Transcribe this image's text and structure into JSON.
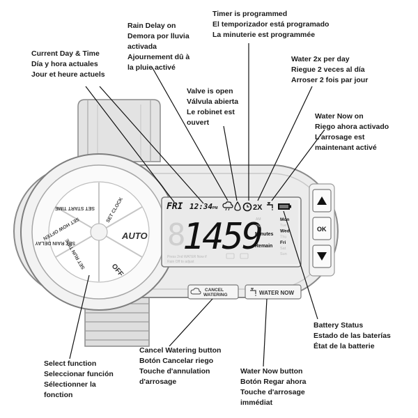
{
  "callouts": {
    "current_day_time": [
      "Current Day & Time",
      "Día y hora actuales",
      "Jour et heure actuels"
    ],
    "rain_delay": [
      "Rain Delay on",
      "Demora por lluvia",
      "activada",
      "Ajournement dû à",
      "la pluie activé"
    ],
    "timer_programmed": [
      "Timer is programmed",
      "El temporizador está programado",
      "La minuterie est programmée"
    ],
    "water_2x": [
      "Water 2x per day",
      "Riegue 2 veces al día",
      "Arroser 2 fois par jour"
    ],
    "valve_open": [
      "Valve is open",
      "Válvula abierta",
      "Le robinet est",
      "ouvert"
    ],
    "water_now_on": [
      "Water Now on",
      "Riego ahora activado",
      "L'arrosage est",
      "maintenant activé"
    ],
    "battery_status": [
      "Battery Status",
      "Estado de las baterías",
      "État de la batterie"
    ],
    "cancel_watering_button": [
      "Cancel Watering button",
      "Botón Cancelar riego",
      "Touche d'annulation",
      "d'arrosage"
    ],
    "water_now_button": [
      "Water Now button",
      "Botón Regar ahora",
      "Touche d'arrosage",
      "immédiat"
    ],
    "select_function": [
      "Select function",
      "Seleccionar función",
      "Sélectionner la",
      "fonction"
    ]
  },
  "dial": {
    "auto": "AUTO",
    "off": "OFF",
    "set_clock": "SET CLOCK",
    "set_start_time": "SET START TIME",
    "set_how_often": "SET HOW OFTEN",
    "set_run_time": "SET RUN TIME",
    "set_rain_delay": "SET RAIN DELAY"
  },
  "lcd": {
    "day": "FRI",
    "clock": "12:34",
    "clock_suffix": "PM",
    "main_digits": "1459",
    "twox": "2X",
    "minutes": "Minutes",
    "remain": "Remain",
    "days": [
      "Mon",
      "Tue",
      "Wed",
      "Thu",
      "Fri",
      "Sat",
      "Sun"
    ],
    "active_days": [
      "Mon",
      "Wed",
      "Fri"
    ],
    "am": "AM",
    "pm": "PM",
    "hint": "Press 2nd WATER Now if",
    "hint2": "Rain Off to adjust"
  },
  "buttons": {
    "up": "▲",
    "ok": "OK",
    "down": "▼",
    "cancel_watering_1": "CANCEL",
    "cancel_watering_2": "WATERING",
    "water_now": "WATER NOW"
  },
  "icons": {
    "rain_cloud": "rain-cloud-icon",
    "valve_drop": "water-drop-icon",
    "timer": "timer-icon",
    "faucet": "faucet-icon",
    "battery": "battery-icon"
  }
}
